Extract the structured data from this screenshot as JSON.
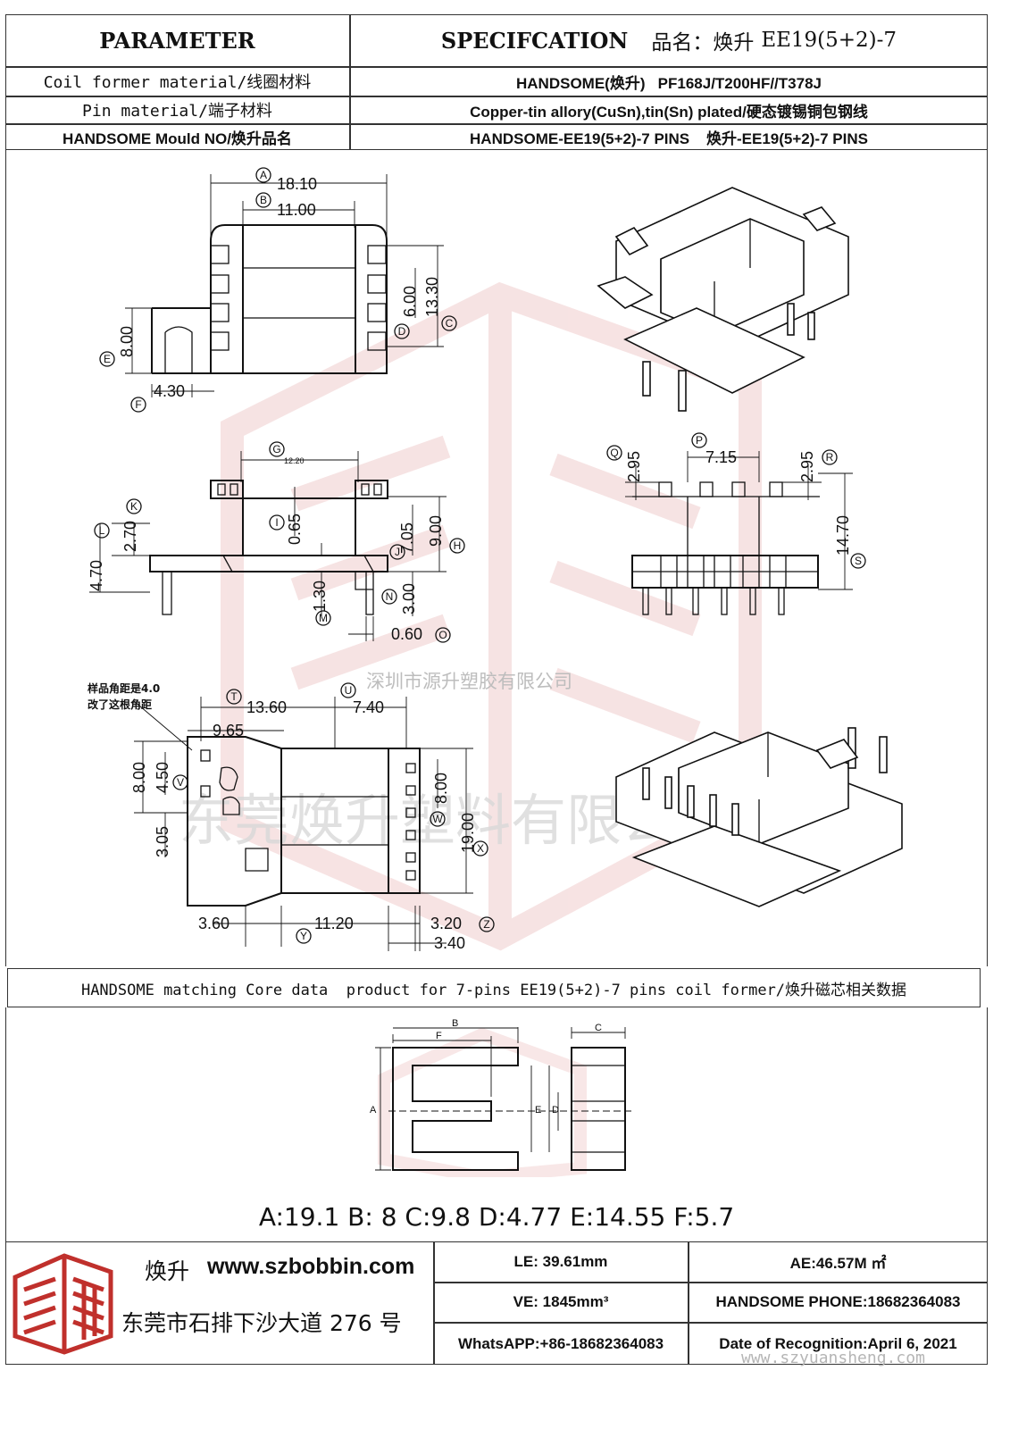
{
  "header": {
    "parameter": "PARAMETER",
    "specification": "SPECIFCATION",
    "product_name_label": "品名：",
    "product_name_cn": "焕升",
    "product_name_model": "EE19(5+2)-7"
  },
  "rows": [
    {
      "label": "Coil former material/线圈材料",
      "value": "HANDSOME(焕升)   PF168J/T200HF//T378J"
    },
    {
      "label": "Pin material/端子材料",
      "value": "Copper-tin allory(CuSn),tin(Sn) plated/硬态镀锡铜包钢线"
    },
    {
      "label": "HANDSOME Mould NO/焕升品名",
      "value": "HANDSOME-EE19(5+2)-7 PINS    焕升-EE19(5+2)-7 PINS"
    }
  ],
  "drawing": {
    "dims": {
      "d1810": "18.10",
      "d1100": "11.00",
      "d600": "6.00",
      "d1330": "13.30",
      "d800a": "8.00",
      "d430": "4.30",
      "d1220": "12.20",
      "d270": "2.70",
      "d470": "4.70",
      "d065": "0.65",
      "d705": "7.05",
      "d900": "9.00",
      "d130": "1.30",
      "d300": "3.00",
      "d060": "0.60",
      "d295a": "2.95",
      "d715": "7.15",
      "d295b": "2.95",
      "d1470": "14.70",
      "d1360": "13.60",
      "d740": "7.40",
      "d965": "9.65",
      "d800b": "8.00",
      "d450": "4.50",
      "d305": "3.05",
      "d800c": "8.00",
      "d1900": "19.00",
      "d360": "3.60",
      "d1120": "11.20",
      "d320": "3.20",
      "d340": "3.40"
    },
    "letters": {
      "A": "A",
      "B": "B",
      "C": "C",
      "D": "D",
      "E": "E",
      "F": "F",
      "G": "G",
      "H": "H",
      "I": "I",
      "J": "J",
      "K": "K",
      "L": "L",
      "M": "M",
      "N": "N",
      "O": "O",
      "P": "P",
      "Q": "Q",
      "R": "R",
      "S": "S",
      "T": "T",
      "U": "U",
      "V": "V",
      "W": "W",
      "X": "X",
      "Y": "Y",
      "Z": "Z"
    },
    "note_line1": "样品角距是4.0",
    "note_line2": "改了这根角距",
    "watermark_company": "深圳市源升塑胶有限公司",
    "watermark_big": "东莞焕升塑料有限公司"
  },
  "core": {
    "caption": "HANDSOME matching Core data  product for 7-pins EE19(5+2)-7 pins coil former/焕升磁芯相关数据",
    "labels": {
      "A": "A",
      "B": "B",
      "C": "C",
      "D": "D",
      "E": "E",
      "F": "F"
    },
    "values_line": "A:19.1 B: 8 C:9.8 D:4.77 E:14.55 F:5.7"
  },
  "footer": {
    "brand": "焕升",
    "website": "www.szbobbin.com",
    "address": "东莞市石排下沙大道 276 号",
    "le": "LE: 39.61mm",
    "ae": "AE:46.57M ㎡",
    "ve": "VE: 1845mm³",
    "phone": "HANDSOME PHONE:18682364083",
    "whatsapp": "WhatsAPP:+86-18682364083",
    "date": "Date of Recognition:April 6, 2021",
    "watermark_url": "www.szyuansheng.com"
  },
  "colors": {
    "watermark": "#e8b0b0",
    "logo": "#c0302c",
    "line": "#111111"
  }
}
